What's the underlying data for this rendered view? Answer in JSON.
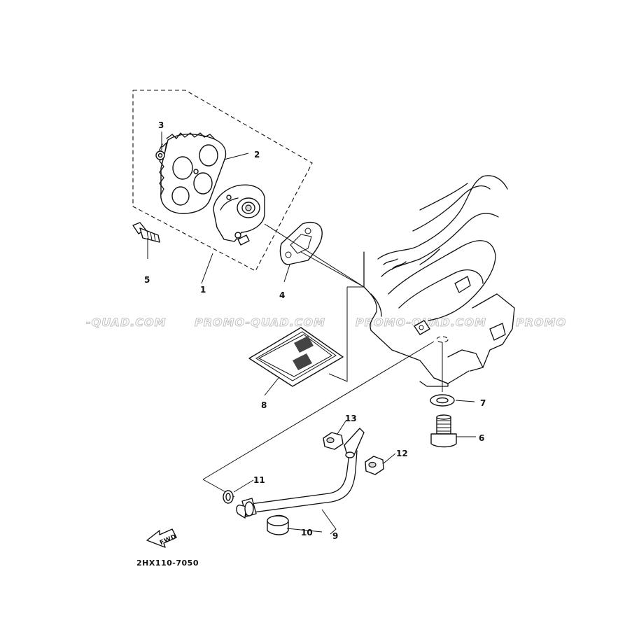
{
  "callouts": {
    "c1": "1",
    "c2": "2",
    "c3": "3",
    "c4": "4",
    "c5": "5",
    "c6": "6",
    "c7": "7",
    "c8": "8",
    "c9": "9",
    "c10": "10",
    "c11": "11",
    "c12": "12",
    "c13": "13"
  },
  "direction_arrow": "FWD",
  "part_code": "2HX110-7050",
  "watermarks": [
    "-QUAD.COM",
    "PROMO-QUAD.COM",
    "PROMO-QUAD.COM",
    "PROMO"
  ]
}
